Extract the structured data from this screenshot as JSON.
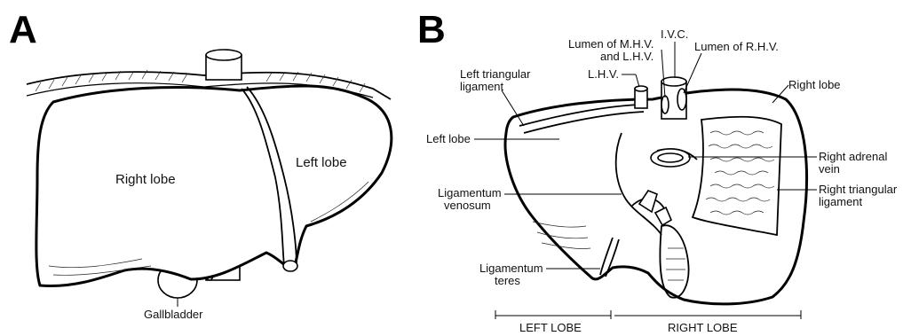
{
  "panels": {
    "a": {
      "letter": "A",
      "labels": {
        "right_lobe": "Right lobe",
        "left_lobe": "Left lobe",
        "gallbladder": "Gallbladder"
      }
    },
    "b": {
      "letter": "B",
      "labels": {
        "ivc": "I.V.C.",
        "lumen_mhv_line1": "Lumen of M.H.V.",
        "lumen_mhv_line2": "and L.H.V.",
        "lumen_rhv": "Lumen of R.H.V.",
        "lhv": "L.H.V.",
        "left_triangular_line1": "Left triangular",
        "left_triangular_line2": "ligament",
        "right_lobe": "Right lobe",
        "left_lobe": "Left lobe",
        "right_adrenal_line1": "Right adrenal",
        "right_adrenal_line2": "vein",
        "ligamentum_venosum_line1": "Ligamentum",
        "ligamentum_venosum_line2": "venosum",
        "right_triangular_line1": "Right triangular",
        "right_triangular_line2": "ligament",
        "ligamentum_teres_line1": "Ligamentum",
        "ligamentum_teres_line2": "teres",
        "left_lobe_caps": "LEFT LOBE",
        "right_lobe_caps": "RIGHT LOBE"
      }
    }
  }
}
